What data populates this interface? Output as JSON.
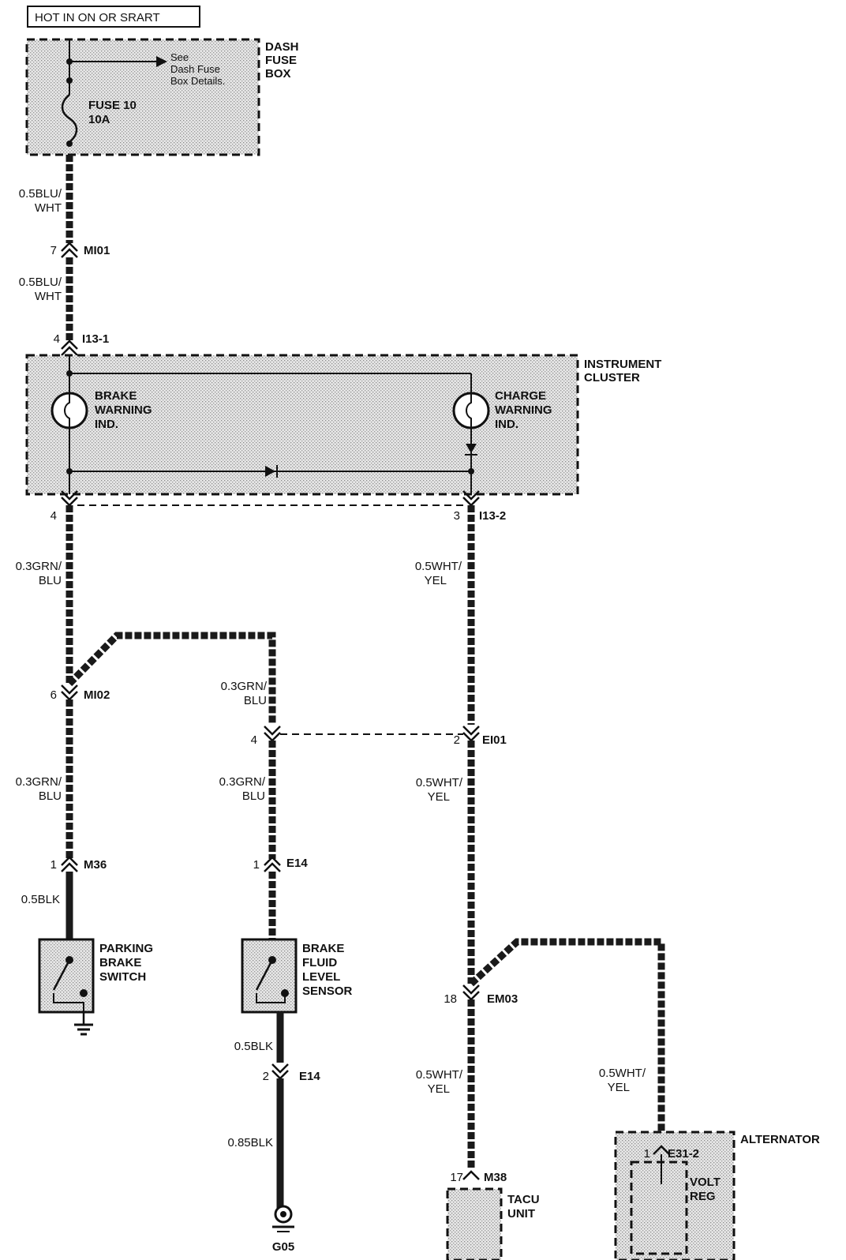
{
  "header": {
    "power_label": "HOT IN ON OR SRART"
  },
  "dash_fuse_box": {
    "title_line1": "DASH",
    "title_line2": "FUSE",
    "title_line3": "BOX",
    "see_line1": "See",
    "see_line2": "Dash Fuse",
    "see_line3": "Box Details.",
    "fuse_line1": "FUSE 10",
    "fuse_line2": "10A"
  },
  "wires": {
    "w1": {
      "line1": "0.5BLU/",
      "line2": "WHT"
    },
    "w2": {
      "line1": "0.5BLU/",
      "line2": "WHT"
    },
    "w3": {
      "line1": "0.3GRN/",
      "line2": "BLU"
    },
    "w4": {
      "line1": "0.5WHT/",
      "line2": "YEL"
    },
    "w5": {
      "line1": "0.3GRN/",
      "line2": "BLU"
    },
    "w6": {
      "line1": "0.3GRN/",
      "line2": "BLU"
    },
    "w7": {
      "line1": "0.3GRN/",
      "line2": "BLU"
    },
    "w8": {
      "line1": "0.5WHT/",
      "line2": "YEL"
    },
    "w9": {
      "line1": "0.5BLK"
    },
    "w10": {
      "line1": "0.5BLK"
    },
    "w11": {
      "line1": "0.85BLK"
    },
    "w12": {
      "line1": "0.5WHT/",
      "line2": "YEL"
    },
    "w13": {
      "line1": "0.5WHT/",
      "line2": "YEL"
    }
  },
  "connectors": {
    "mi01": {
      "pin": "7",
      "name": "MI01"
    },
    "i13_1": {
      "pin": "4",
      "name": "I13-1"
    },
    "cluster_left_pin": {
      "pin": "4"
    },
    "i13_2": {
      "pin": "3",
      "name": "I13-2"
    },
    "mi02": {
      "pin": "6",
      "name": "MI02"
    },
    "e_left": {
      "pin": "4"
    },
    "ei01": {
      "pin": "2",
      "name": "EI01"
    },
    "m36": {
      "pin": "1",
      "name": "M36"
    },
    "e14_top": {
      "pin": "1",
      "name": "E14"
    },
    "em03": {
      "pin": "18",
      "name": "EM03"
    },
    "e14_bottom": {
      "pin": "2",
      "name": "E14"
    },
    "m38": {
      "pin": "17",
      "name": "M38"
    },
    "e31_2": {
      "pin": "1",
      "name": "E31-2"
    }
  },
  "instrument_cluster": {
    "title_line1": "INSTRUMENT",
    "title_line2": "CLUSTER",
    "brake_line1": "BRAKE",
    "brake_line2": "WARNING",
    "brake_line3": "IND.",
    "charge_line1": "CHARGE",
    "charge_line2": "WARNING",
    "charge_line3": "IND."
  },
  "components": {
    "parking_brake": {
      "line1": "PARKING",
      "line2": "BRAKE",
      "line3": "SWITCH"
    },
    "brake_fluid": {
      "line1": "BRAKE",
      "line2": "FLUID",
      "line3": "LEVEL",
      "line4": "SENSOR"
    },
    "tacu": {
      "line1": "TACU",
      "line2": "UNIT"
    },
    "alternator": {
      "title": "ALTERNATOR",
      "volt_line1": "VOLT",
      "volt_line2": "REG"
    },
    "ground": {
      "name": "G05"
    }
  },
  "colors": {
    "wire": "#1a1a1a",
    "box_fill": "#d8d8d8",
    "line": "#111111"
  }
}
